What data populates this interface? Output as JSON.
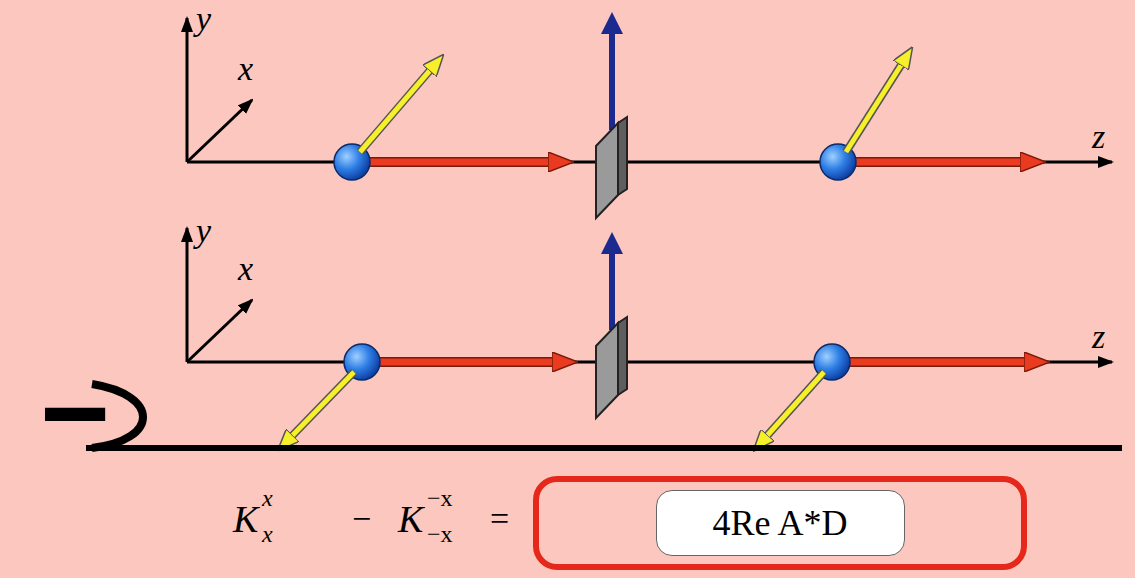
{
  "diagram": {
    "nodes": [
      {
        "text": [
          "4Re A*D"
        ]
      }
    ],
    "labels": [
      "y",
      "x",
      "z",
      "y",
      "x",
      "z",
      "−",
      "K",
      "x",
      "x",
      "−",
      "K",
      "−x",
      "−x",
      "="
    ]
  }
}
